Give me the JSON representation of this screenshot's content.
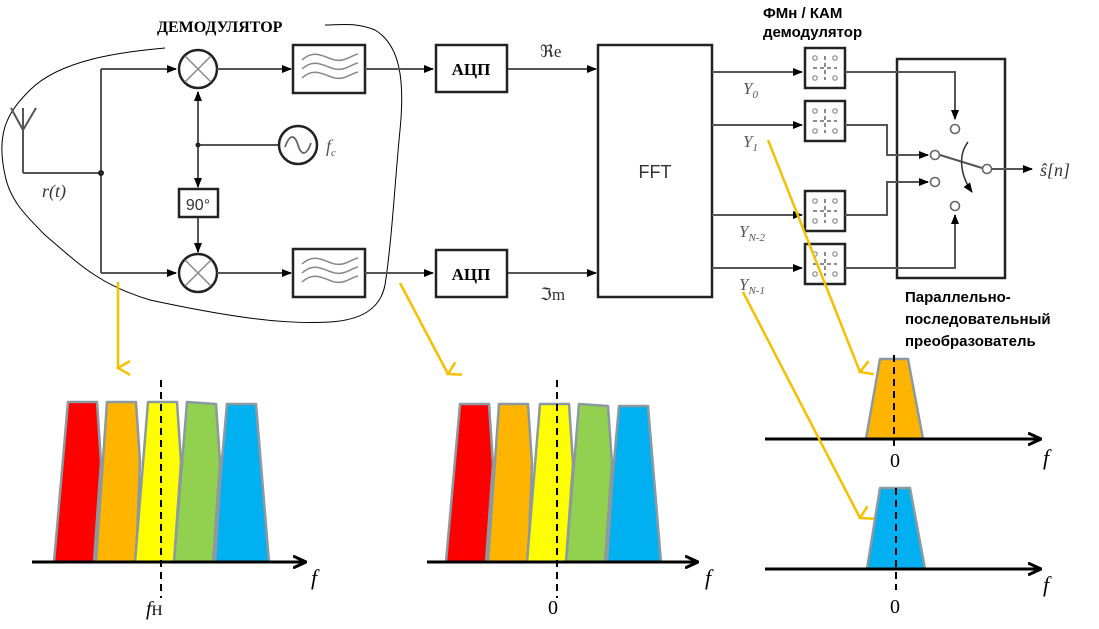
{
  "labels": {
    "demodulator_title": "ДЕМОДУЛЯТОР",
    "signal_input": "r(t)",
    "oscillator": "f",
    "oscillator_sub": "c",
    "phase_shift": "90°",
    "adc_top": "АЦП",
    "adc_bottom": "АЦП",
    "real_label": "ℜe",
    "imag_label": "ℑm",
    "fft": "FFT",
    "qam_title_line1": "ФМн / КАМ",
    "qam_title_line2": "демодулятор",
    "y0": "Y",
    "y0_sub": "0",
    "y1": "Y",
    "y1_sub": "1",
    "yn2": "Y",
    "yn2_sub": "N-2",
    "yn1": "Y",
    "yn1_sub": "N-1",
    "output": "ŝ[n]",
    "ps_line1": "Параллельно-",
    "ps_line2": "последовательный",
    "ps_line3": "преобразователь"
  },
  "spectra": {
    "passband": {
      "axis_label": "f",
      "center_label": "f",
      "center_sub": "Н"
    },
    "baseband": {
      "axis_label": "f",
      "center_label": "0"
    },
    "subcarrier_1": {
      "axis_label": "f",
      "center_label": "0"
    },
    "subcarrier_n1": {
      "axis_label": "f",
      "center_label": "0"
    }
  },
  "colors": {
    "red": "#ff0000",
    "orange": "#ffb400",
    "yellow": "#ffff00",
    "green": "#92d050",
    "blue": "#00b0f0",
    "arrow_yellow": "#f5c000",
    "outline": "#8c9aa0"
  }
}
